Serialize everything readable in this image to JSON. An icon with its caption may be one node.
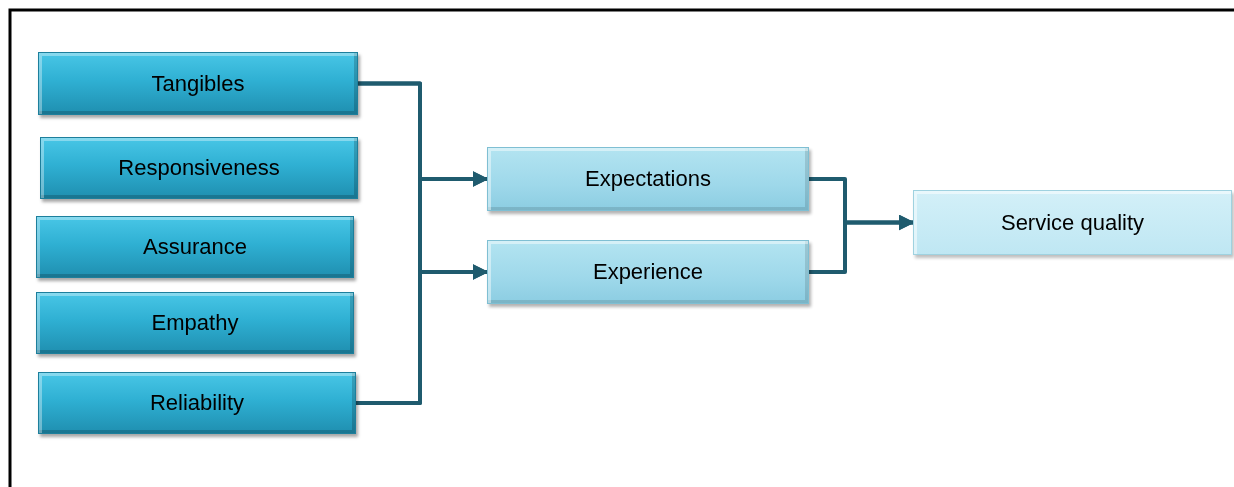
{
  "diagram": {
    "nodes": [
      {
        "text": [
          "Tangibles"
        ]
      },
      {
        "text": [
          "Responsiveness"
        ]
      },
      {
        "text": [
          "Assurance"
        ]
      },
      {
        "text": [
          "Empathy"
        ]
      },
      {
        "text": [
          "Reliability"
        ]
      },
      {
        "text": [
          "Expectations"
        ]
      },
      {
        "text": [
          "Experience"
        ]
      },
      {
        "text": [
          "Service quality"
        ]
      }
    ],
    "edges": [
      {
        "from": 0,
        "to": 5,
        "arrow": "to"
      },
      {
        "from": 0,
        "to": 6,
        "arrow": "to"
      },
      {
        "from": 4,
        "to": 5,
        "arrow": "to"
      },
      {
        "from": 4,
        "to": 6,
        "arrow": "to"
      },
      {
        "from": 5,
        "to": 7,
        "arrow": "to"
      },
      {
        "from": 6,
        "to": 7,
        "arrow": "to"
      }
    ]
  }
}
